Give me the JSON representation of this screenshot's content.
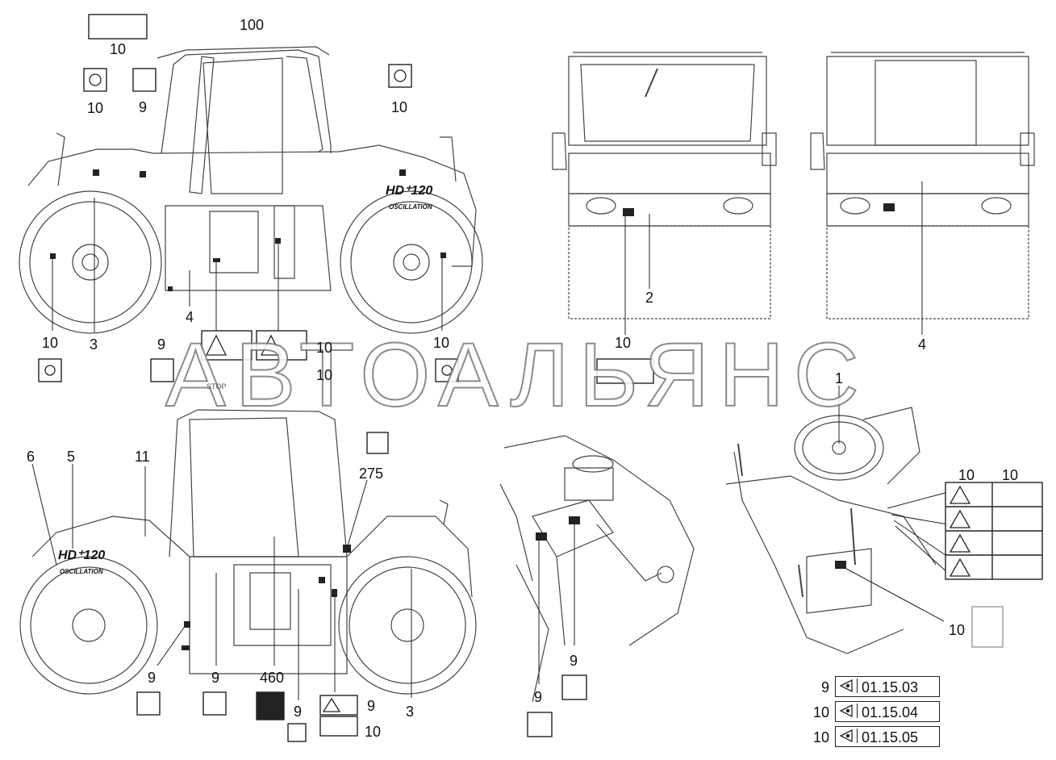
{
  "watermark": "АВТОАЛЬЯНС",
  "callouts": {
    "c100": "100",
    "c10a": "10",
    "c10b": "10",
    "c9a": "9",
    "c10c": "10",
    "c10d": "10",
    "c3a": "3",
    "c9b": "9",
    "c4a": "4",
    "c10e": "10",
    "c10f": "10",
    "c10g": "10",
    "c2": "2",
    "c10h": "10",
    "c4b": "4",
    "c6": "6",
    "c5": "5",
    "c11": "11",
    "c275": "275",
    "c9c": "9",
    "c9d": "9",
    "c460": "460",
    "c9e": "9",
    "c9f": "9",
    "c10i": "10",
    "c3b": "3",
    "c1": "1",
    "c10j": "10",
    "c10k": "10",
    "c10l": "10",
    "c9g": "9",
    "c9h": "9"
  },
  "badges": {
    "hd_top": "HD⁺120",
    "osc_top": "OSCILLATION",
    "hd_bottom": "HD⁺120",
    "osc_bottom": "OSCILLATION",
    "stop": "STOP"
  },
  "legend": [
    {
      "qty": "9",
      "code": "01.15.03"
    },
    {
      "qty": "10",
      "code": "01.15.04"
    },
    {
      "qty": "10",
      "code": "01.15.05"
    }
  ],
  "icons": {
    "eye": "eye-icon",
    "hook": "lifting-point-icon",
    "warning": "warning-triangle-icon",
    "book": "manual-book-icon"
  }
}
